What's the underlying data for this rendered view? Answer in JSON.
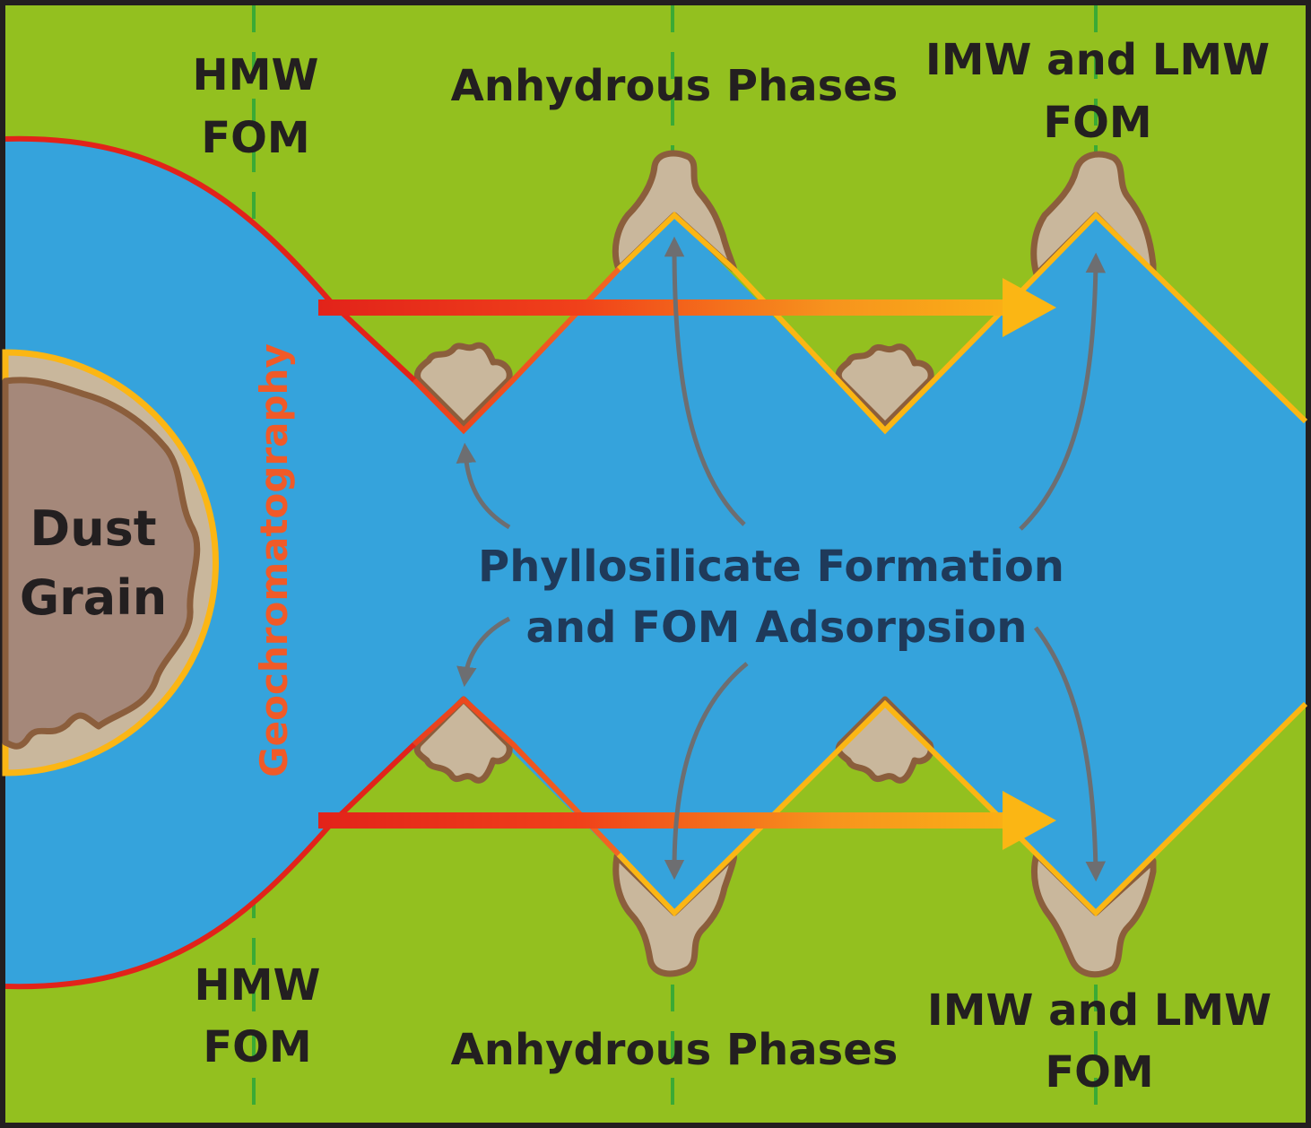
{
  "labels": {
    "hmw_top": [
      "HMW",
      "FOM"
    ],
    "anhydrous_top": "Anhydrous Phases",
    "imw_top": [
      "IMW and LMW",
      "FOM"
    ],
    "hmw_bottom": [
      "HMW",
      "FOM"
    ],
    "anhydrous_bottom": "Anhydrous Phases",
    "imw_bottom": [
      "IMW and LMW",
      "FOM"
    ],
    "geochromatography": "Geochromatography",
    "dust_grain": [
      "Dust",
      "Grain"
    ],
    "center": [
      "Phyllosilicate Formation",
      "and FOM Adsorpsion"
    ]
  },
  "colors": {
    "background_green": "#93c01f",
    "fluid_blue": "#35a3dc",
    "red_boundary": "#e2231a",
    "orange_boundary": "#fbb614",
    "dashed_line": "#3aaa35",
    "mineral_fill": "#c9b79c",
    "mineral_outline": "#8b5e3c",
    "grain_fill": "#a5887a",
    "arrow_gray": "#6d6e71",
    "label_text": "#231f20",
    "center_text": "#1f3a5a",
    "geo_text": "#f05a28"
  }
}
